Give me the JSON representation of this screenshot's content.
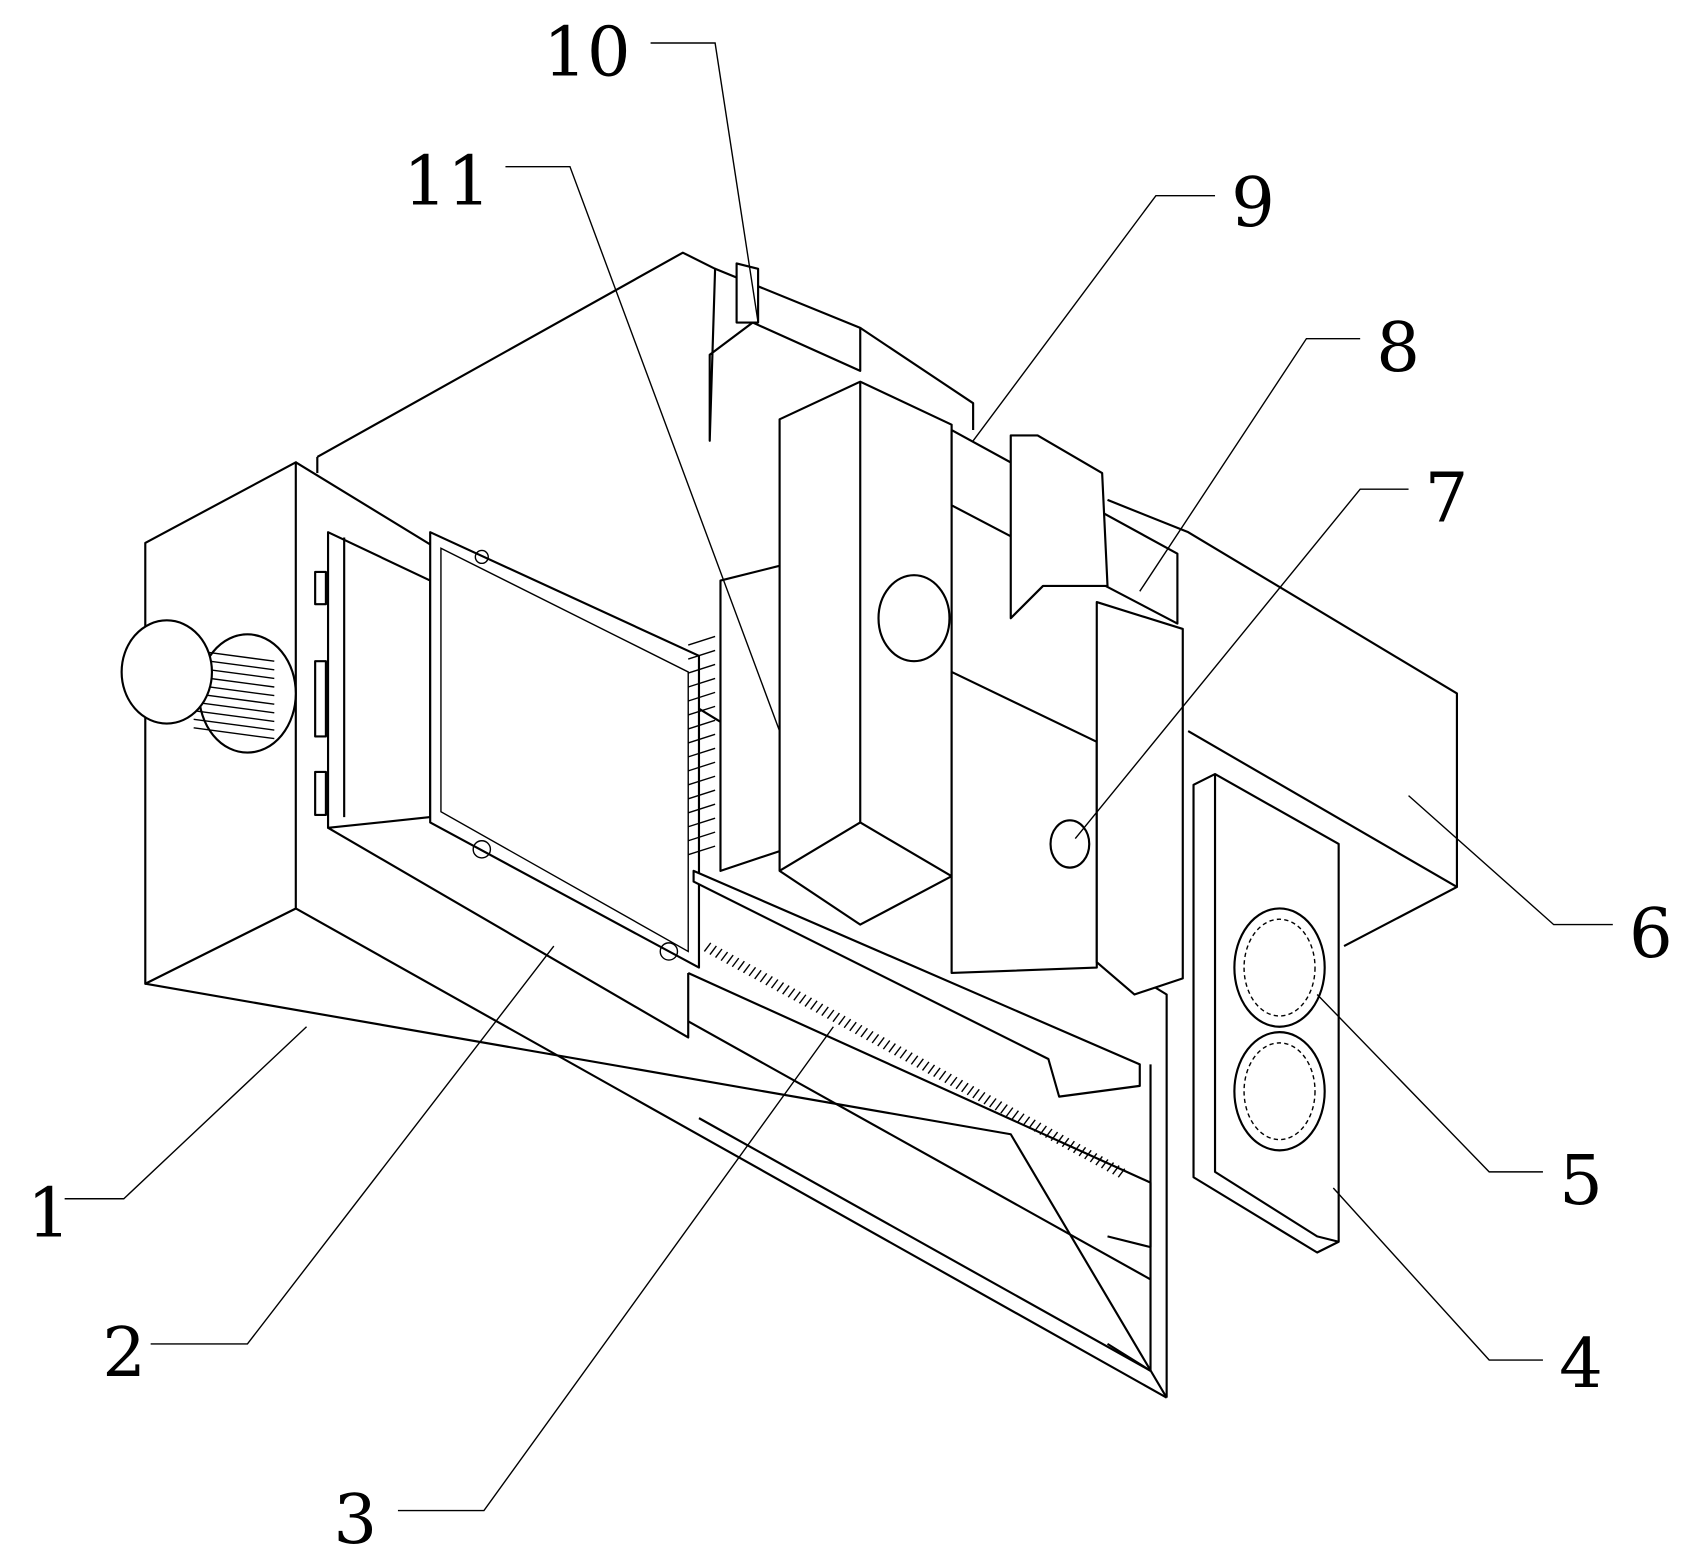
{
  "figure": {
    "type": "patent isometric drawing",
    "labels": [
      "1",
      "2",
      "3",
      "4",
      "5",
      "6",
      "7",
      "8",
      "9",
      "10",
      "11"
    ]
  }
}
